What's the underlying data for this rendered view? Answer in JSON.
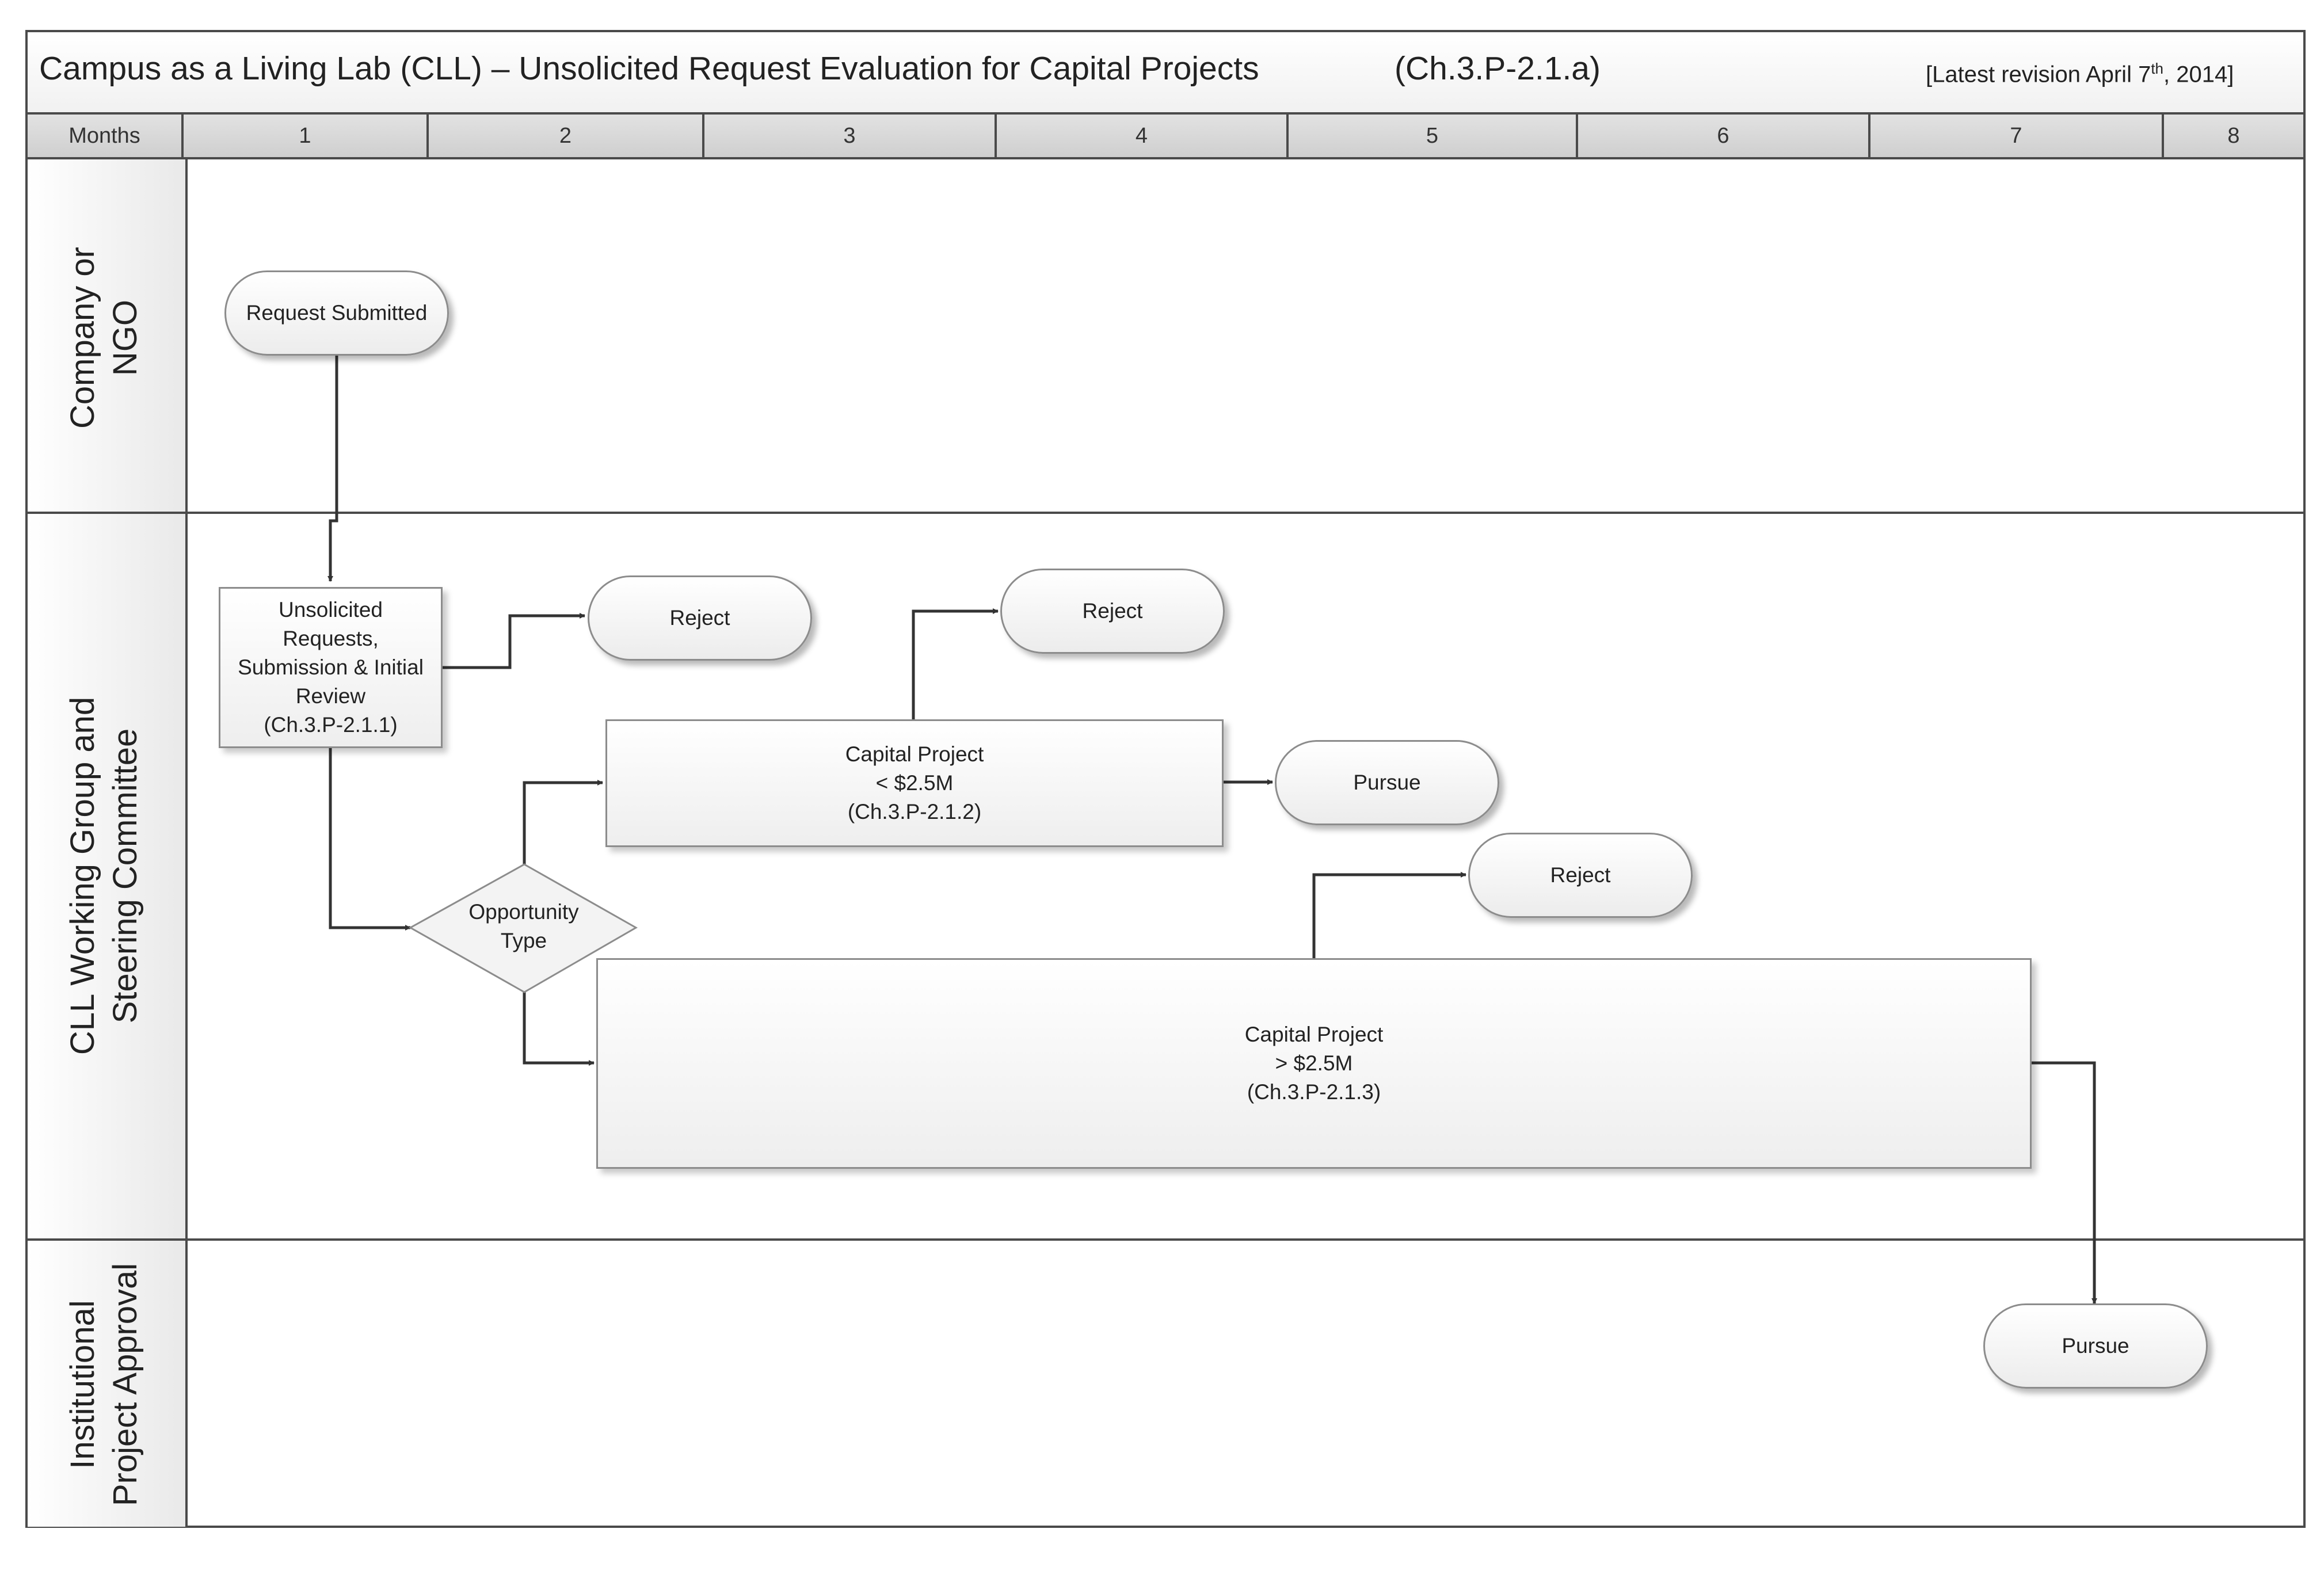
{
  "header": {
    "title": "Campus as a Living Lab (CLL) – Unsolicited Request Evaluation for Capital Projects",
    "code": "(Ch.3.P-2.1.a)",
    "revision_prefix": "[Latest revision April 7",
    "revision_sup": "th",
    "revision_suffix": ", 2014]"
  },
  "months": {
    "label": "Months",
    "columns": [
      "1",
      "2",
      "3",
      "4",
      "5",
      "6",
      "7",
      "8"
    ]
  },
  "lanes": [
    {
      "line1": "Company or",
      "line2": "NGO"
    },
    {
      "line1": "CLL Working Group and",
      "line2": "Steering Committee"
    },
    {
      "line1": "Institutional",
      "line2": "Project Approval"
    }
  ],
  "nodes": {
    "request_submitted": "Request Submitted",
    "initial_review": [
      "Unsolicited",
      "Requests,",
      "Submission & Initial",
      "Review",
      "(Ch.3.P-2.1.1)"
    ],
    "reject_1": "Reject",
    "reject_2": "Reject",
    "reject_3": "Reject",
    "opportunity_type": [
      "Opportunity",
      "Type"
    ],
    "capital_small": [
      "Capital Project",
      "< $2.5M",
      "(Ch.3.P-2.1.2)"
    ],
    "capital_large": [
      "Capital Project",
      "> $2.5M",
      "(Ch.3.P-2.1.3)"
    ],
    "pursue_1": "Pursue",
    "pursue_2": "Pursue"
  },
  "colors": {
    "border": "#4a4a4a",
    "shape_border": "#8c8c8c",
    "header_fill": "#d9d9d9",
    "connector": "#333333"
  }
}
